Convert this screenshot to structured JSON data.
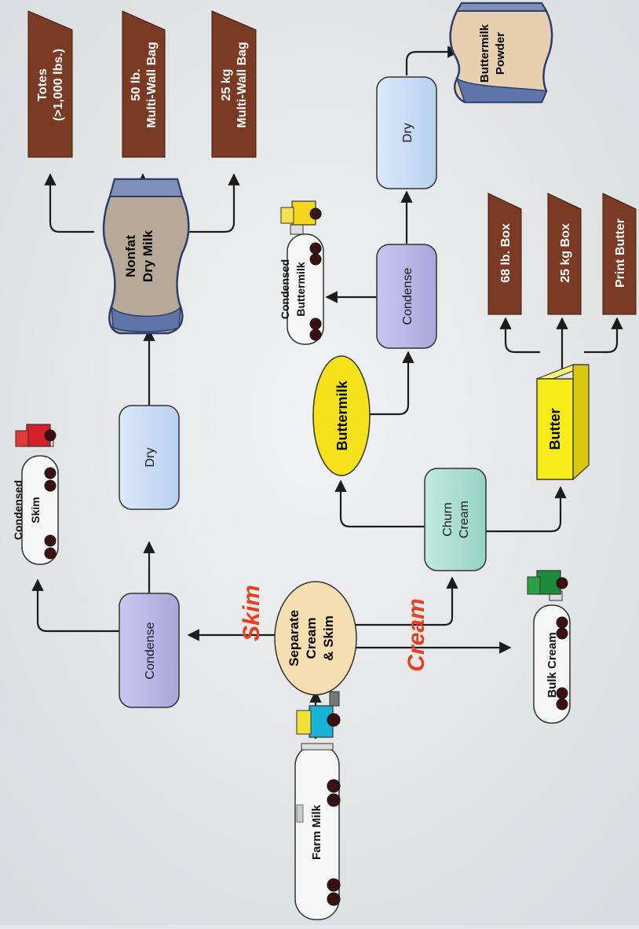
{
  "colors": {
    "background": "#e3e6e8",
    "condense": "#b8b6e6",
    "dry": "#c8ddf5",
    "churn": "#aee0d2",
    "separate": "#f5deb0",
    "buttermilk": "#f6e21a",
    "butter": "#f8ec18",
    "package": "#7a3a24",
    "accent_red": "#e8401c"
  },
  "nodes": {
    "farm_milk": "Farm Milk",
    "separate": [
      "Separate",
      "Cream",
      "& Skim"
    ],
    "condense_skim": "Condense",
    "dry_skim": "Dry",
    "nonfat_dry_milk": [
      "Nonfat",
      "Dry Milk"
    ],
    "condensed_skim": [
      "Condensed",
      "Skim"
    ],
    "churn_cream": [
      "Churn",
      "Cream"
    ],
    "buttermilk": "Buttermilk",
    "butter": "Butter",
    "condense_buttermilk": "Condense",
    "dry_buttermilk": "Dry",
    "condensed_buttermilk": [
      "Condensed",
      "Buttermilk"
    ],
    "buttermilk_powder": [
      "Buttermilk",
      "Powder"
    ],
    "bulk_cream": "Bulk Cream"
  },
  "edge_labels": {
    "skim": "Skim",
    "cream": "Cream"
  },
  "packages": {
    "totes": [
      "Totes",
      "(>1,000 lbs.)"
    ],
    "bag_50lb": [
      "50 lb.",
      "Multi-Wall Bag"
    ],
    "bag_25kg": [
      "25 kg",
      "Multi-Wall Bag"
    ],
    "box_68lb": "68 lb. Box",
    "box_25kg": "25 kg Box",
    "print_butter": "Print Butter"
  }
}
